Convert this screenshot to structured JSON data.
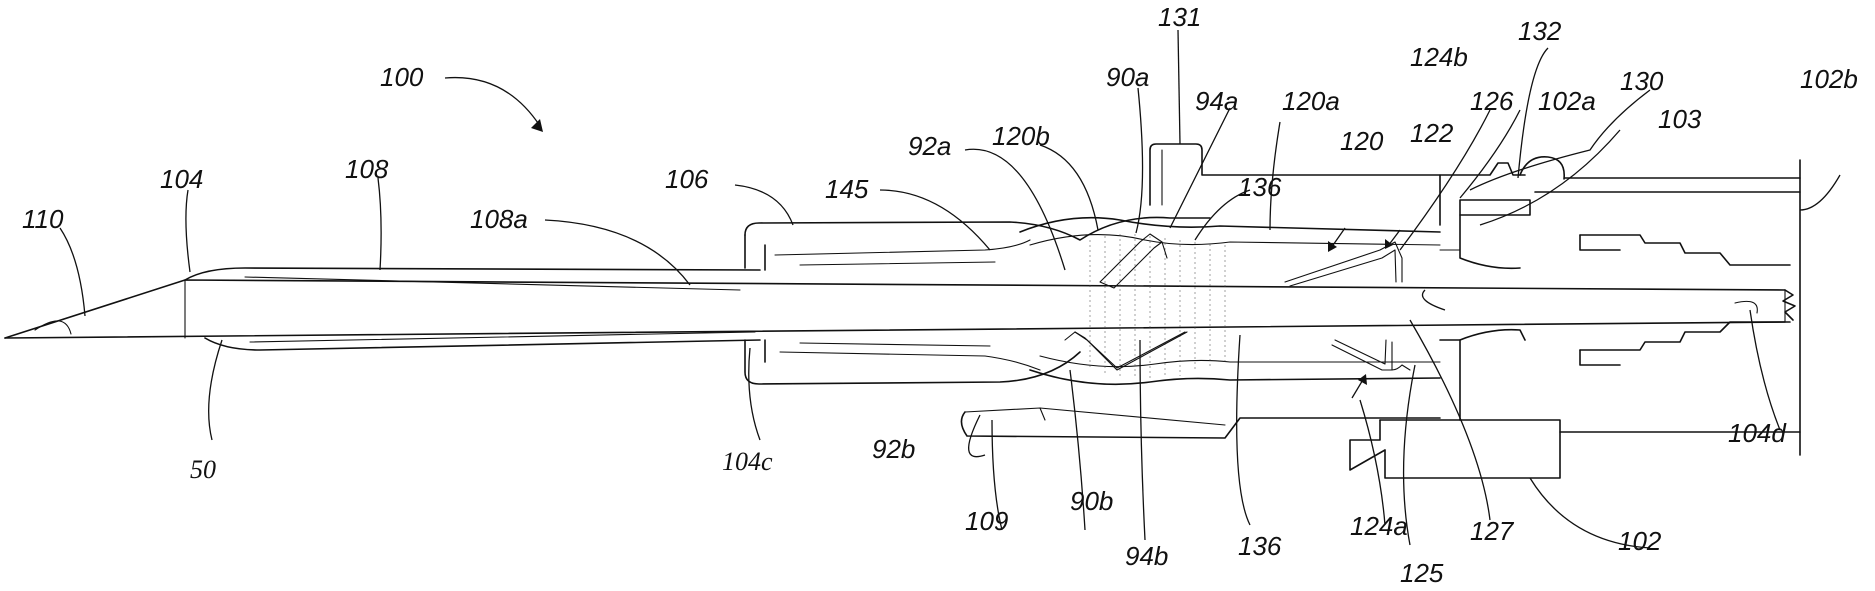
{
  "figure": {
    "labels": {
      "l100": "100",
      "l110": "110",
      "l104": "104",
      "l108": "108",
      "l108a": "108a",
      "l106": "106",
      "l50": "50",
      "l104c": "104c",
      "l145": "145",
      "l92a": "92a",
      "l92b": "92b",
      "l120b": "120b",
      "l90a": "90a",
      "l131": "131",
      "l94a": "94a",
      "l136_top": "136",
      "l120a": "120a",
      "l120": "120",
      "l124b": "124b",
      "l126": "126",
      "l122": "122",
      "l132": "132",
      "l102a": "102a",
      "l130": "130",
      "l103": "103",
      "l102b": "102b",
      "l104d": "104d",
      "l109": "109",
      "l90b": "90b",
      "l94b": "94b",
      "l136_bottom": "136",
      "l124a": "124a",
      "l125": "125",
      "l127": "127",
      "l102": "102"
    }
  }
}
